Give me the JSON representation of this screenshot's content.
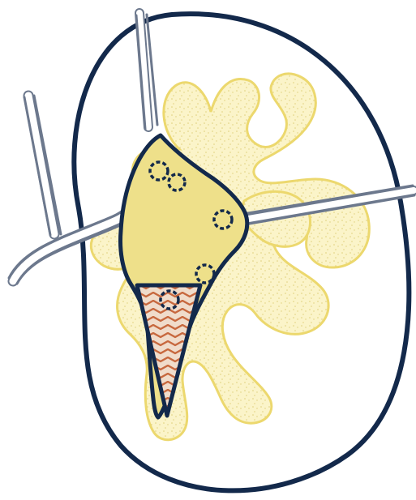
{
  "figure": {
    "kind": "hand-drawn illustration",
    "labels": []
  },
  "colors": {
    "background": "#ffffff",
    "outline": "#13294b",
    "cell_body_fill": "#eee08a",
    "branch_fill": "#fbf4c9",
    "branch_outline": "#ecd86e",
    "branch_stipple": "#dfcf7a",
    "tube_outline": "#6c788d",
    "tube_fill": "#ffffff",
    "stripe_fill": "#f0dccb",
    "stripe_line": "#c7683e"
  },
  "icons": {
    "main_shape": "oval-outline",
    "center_shape": "yellow-cell-body",
    "branches": "stippled-dendrite-branches",
    "tubes": "glass-tube-lines",
    "small_rings": "ring-icons",
    "striped_tip": "striped-root-tip"
  }
}
